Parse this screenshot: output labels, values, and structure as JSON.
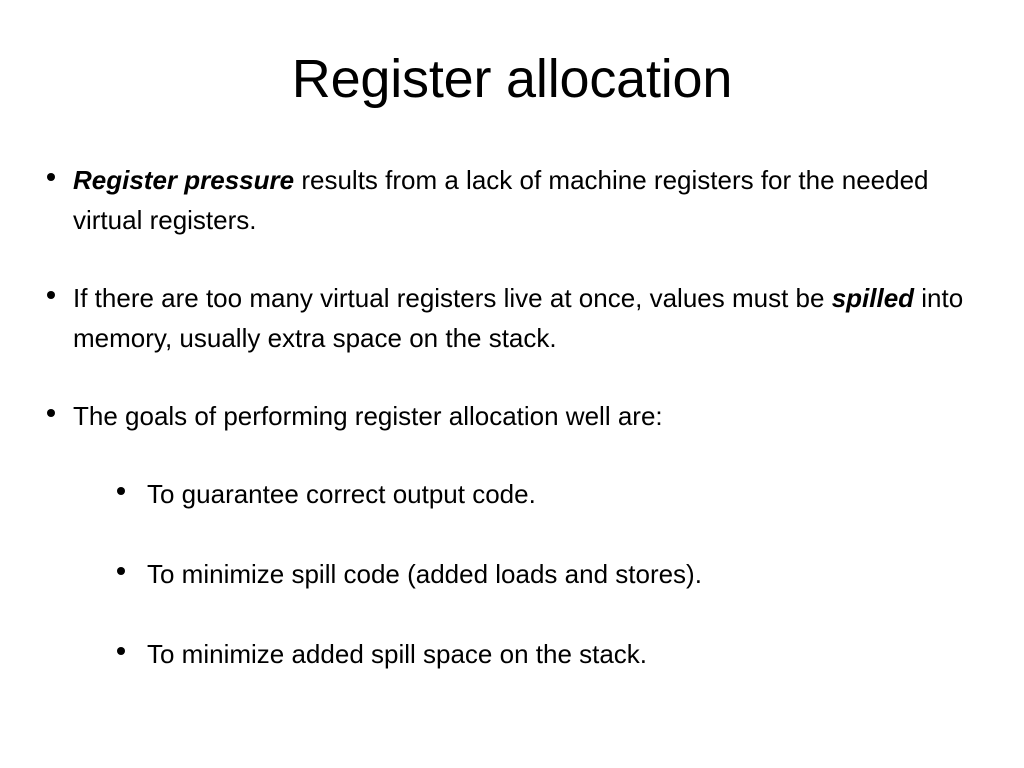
{
  "slide": {
    "title": "Register allocation",
    "background_color": "#ffffff",
    "text_color": "#000000",
    "bullet_glyph": "filled-circle"
  },
  "bullets": [
    {
      "level": 1,
      "segments": [
        {
          "text": "Register pressure",
          "style": "bold-italic"
        },
        {
          "text": " results from a lack of machine registers for the needed virtual registers.",
          "style": "normal"
        }
      ],
      "plain": "Register pressure results from a lack of machine registers for the needed virtual registers."
    },
    {
      "level": 1,
      "segments": [
        {
          "text": "If there are too many virtual registers live at once, values must be ",
          "style": "normal"
        },
        {
          "text": "spilled",
          "style": "bold-italic"
        },
        {
          "text": " into memory, usually extra space on the stack.",
          "style": "normal"
        }
      ],
      "plain": "If there are too many virtual registers live at once, values must be spilled into memory, usually extra space on the stack."
    },
    {
      "level": 1,
      "segments": [
        {
          "text": "The goals of performing register allocation well are:",
          "style": "normal"
        }
      ],
      "plain": "The goals of performing register allocation well are:"
    }
  ],
  "sub_bullets": [
    {
      "level": 2,
      "text": "To guarantee correct output code."
    },
    {
      "level": 2,
      "text": "To minimize spill code (added loads and stores)."
    },
    {
      "level": 2,
      "text": "To minimize added spill space on the stack."
    }
  ]
}
